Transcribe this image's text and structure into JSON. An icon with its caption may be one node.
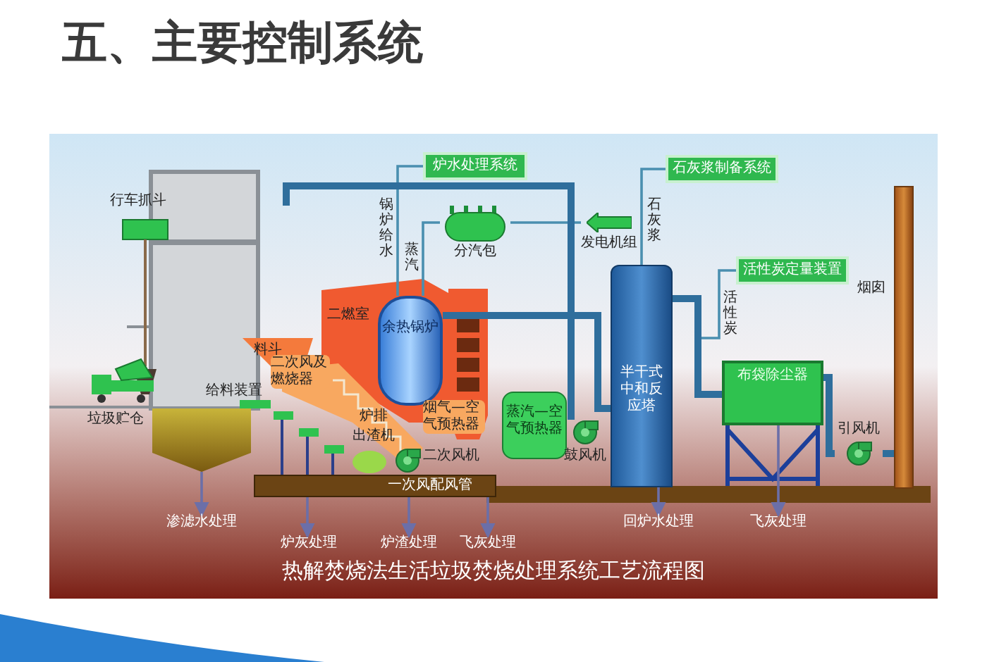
{
  "diagram": {
    "title": "五、主要控制系统",
    "caption": "热解焚烧法生活垃圾焚烧处理系统工艺流程图",
    "nodes": [
      {
        "text": [],
        "shape": "box"
      },
      {
        "text": [
          "渗滤水处理"
        ]
      },
      {
        "text": [
          "一次风配风管"
        ]
      },
      {
        "text": [
          "炉灰处理"
        ]
      },
      {
        "text": [
          "炉渣处理"
        ]
      },
      {
        "text": [
          "飞灰处理"
        ]
      },
      {
        "text": [
          "余热锅炉"
        ]
      },
      {
        "text": [
          "分汽包"
        ]
      },
      {
        "text": [
          "炉水处理系统"
        ]
      },
      {
        "text": [
          "发电机组"
        ]
      },
      {
        "text": [
          "蒸汽—空气预热器"
        ]
      },
      {
        "text": [
          "鼓风机"
        ]
      },
      {
        "text": [
          "半干式中和反应塔"
        ]
      },
      {
        "text": [
          "石灰浆制备系统"
        ]
      },
      {
        "text": [
          "活性炭定量装置"
        ]
      },
      {
        "text": [
          "布袋除尘器"
        ]
      },
      {
        "text": [
          "引风机"
        ]
      },
      {
        "text": [],
        "shape": "bar",
        "beside": [
          "烟囱"
        ]
      },
      {
        "text": [
          "回炉水处理"
        ]
      },
      {
        "text": [
          "飞灰处理"
        ]
      }
    ],
    "edges": [
      {
        "from": 0,
        "to": 1,
        "arrow": "to",
        "color": "#6b6fa8"
      },
      {
        "from": 2,
        "to": 3,
        "arrow": "to",
        "color": "#6b6fa8"
      },
      {
        "from": 2,
        "to": 4,
        "arrow": "to",
        "color": "#6b6fa8"
      },
      {
        "from": 2,
        "to": 5,
        "arrow": "to",
        "color": "#6b6fa8"
      },
      {
        "from": 8,
        "to": 6,
        "arrow": "none",
        "label": "锅炉给水"
      },
      {
        "from": 6,
        "to": 7,
        "arrow": "none",
        "label": "蒸汽"
      },
      {
        "from": 7,
        "to": 9,
        "arrow": "none"
      },
      {
        "from": 6,
        "to": 12,
        "arrow": "none",
        "style": "thick",
        "color": "#2f6e9c"
      },
      {
        "from": 13,
        "to": 12,
        "arrow": "none",
        "label": "石灰浆"
      },
      {
        "from": 14,
        "to": null,
        "arrow": "none",
        "label": "活性炭"
      },
      {
        "from": 12,
        "to": 15,
        "arrow": "none",
        "style": "thick",
        "color": "#2f6e9c"
      },
      {
        "from": 15,
        "to": 16,
        "arrow": "none",
        "style": "thick",
        "color": "#2f6e9c"
      },
      {
        "from": 16,
        "to": 17,
        "arrow": "none",
        "style": "thick",
        "color": "#2f6e9c"
      },
      {
        "from": 12,
        "to": 18,
        "arrow": "to",
        "color": "#6b6fa8"
      },
      {
        "from": 15,
        "to": 19,
        "arrow": "to",
        "color": "#6b6fa8"
      },
      {
        "from": null,
        "to": 11,
        "arrow": "none",
        "style": "thick",
        "color": "#2f6e9c"
      }
    ],
    "labels": [
      "行车抓斗",
      "垃圾贮仓",
      "料斗",
      "给料装置",
      "二燃室",
      "二次风及燃烧器",
      "炉排",
      "出渣机",
      "二次风机",
      "烟气—空气预热器"
    ]
  }
}
